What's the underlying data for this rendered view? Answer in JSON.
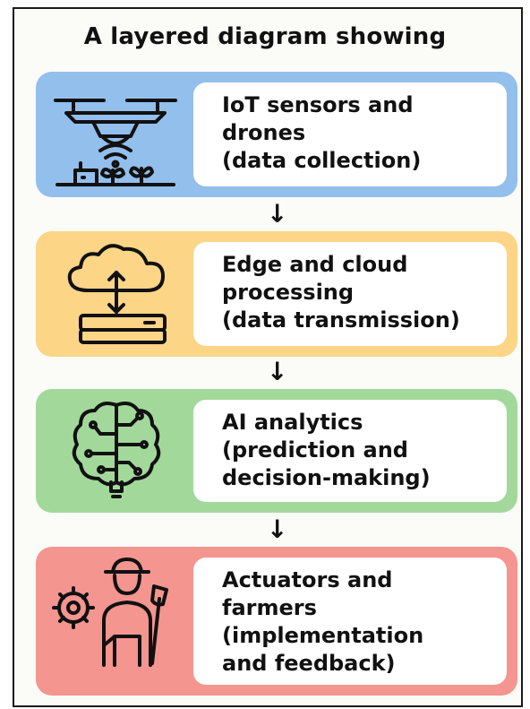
{
  "title": "A layered diagram showing",
  "layers": [
    {
      "lines": [
        "IoT sensors and",
        "drones",
        "(data collection)"
      ],
      "color": "#93bfec",
      "icon": "drone-sensor-icon"
    },
    {
      "lines": [
        "Edge and cloud",
        "processing",
        "(data transmission)"
      ],
      "color": "#fcd587",
      "icon": "cloud-server-icon"
    },
    {
      "lines": [
        "AI analytics",
        "(prediction and",
        "decision-making)"
      ],
      "color": "#a2d99b",
      "icon": "ai-brain-icon"
    },
    {
      "lines": [
        "Actuators and",
        "farmers",
        "(implementation",
        "and feedback)"
      ],
      "color": "#f4958f",
      "icon": "farmer-gear-icon"
    }
  ],
  "arrows": [
    "↓",
    "↓",
    "↓"
  ]
}
